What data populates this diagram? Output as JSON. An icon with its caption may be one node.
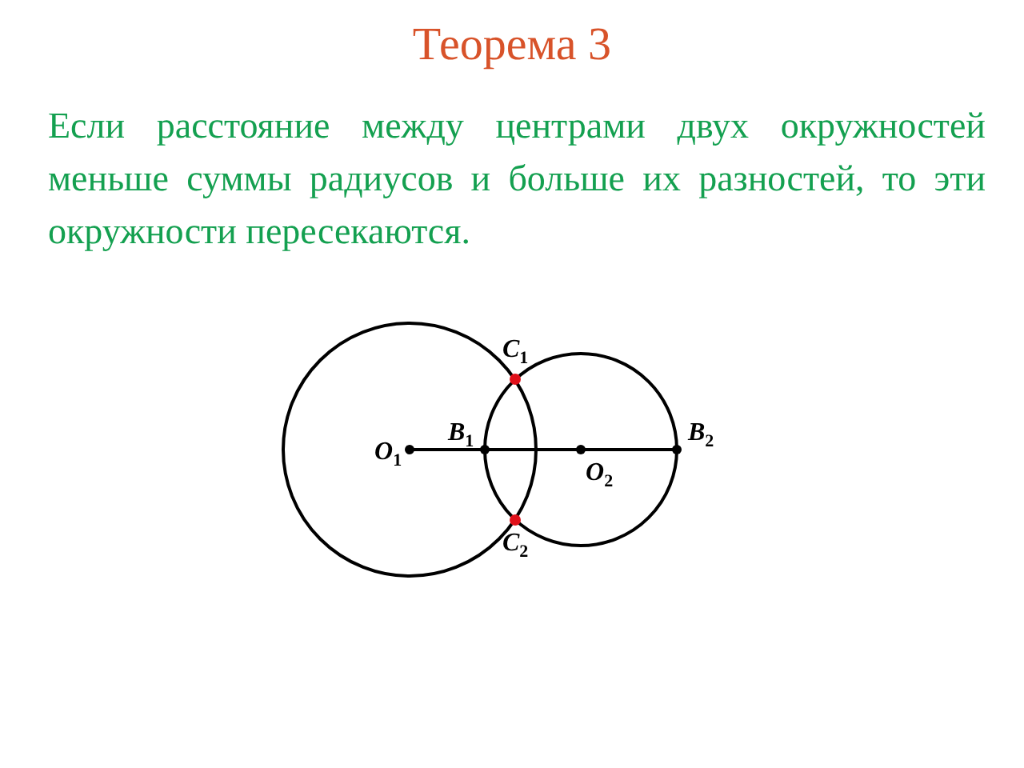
{
  "diagram": {
    "title": "Теорема 3",
    "labels": [
      "Если расстояние между центрами двух окружностей меньше суммы радиусов и больше их разностей, то эти окружности пересекаются.",
      "*C*$_{1}$",
      "*B*$_{1}$",
      "*B*$_{2}$",
      "*O*$_{1}$",
      "*O*$_{2}$",
      "*C*$_{2}$"
    ]
  }
}
